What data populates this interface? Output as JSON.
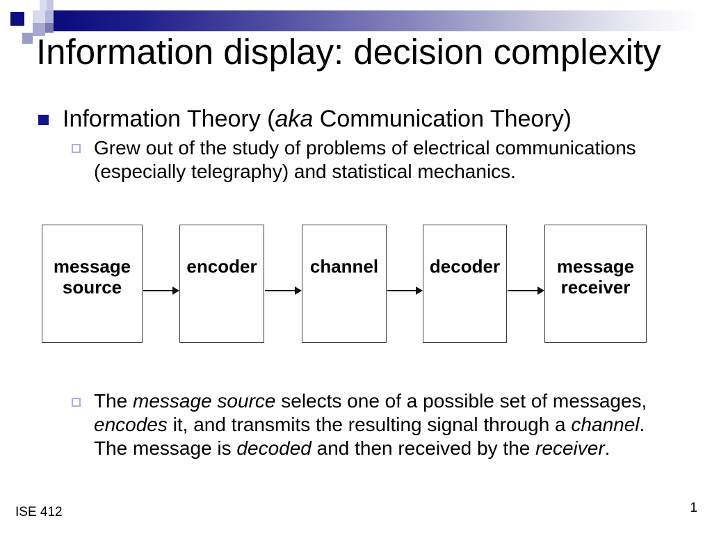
{
  "colors": {
    "accent_navy": "#0d0d84",
    "lavender_light": "#dadaee",
    "lavender_mid": "#a8a8d2",
    "box_border": "#3d3d3d"
  },
  "title": "Information display: decision complexity",
  "bullet1": {
    "segments": [
      {
        "text": "Information Theory (",
        "style": "normal"
      },
      {
        "text": "aka",
        "style": "italic"
      },
      {
        "text": " Communication Theory)",
        "style": "normal"
      }
    ]
  },
  "bullet1a": {
    "text": "Grew out of the study of problems of electrical communications (especially telegraphy) and statistical mechanics."
  },
  "diagram": {
    "boxes": [
      {
        "label": "message source"
      },
      {
        "label": "encoder"
      },
      {
        "label": "channel"
      },
      {
        "label": "decoder"
      },
      {
        "label": "message receiver"
      }
    ]
  },
  "bullet1b": {
    "segments": [
      {
        "text": "The ",
        "style": "normal"
      },
      {
        "text": "message source",
        "style": "italic"
      },
      {
        "text": " selects one of a possible set of messages, ",
        "style": "normal"
      },
      {
        "text": "encodes",
        "style": "italic"
      },
      {
        "text": " it, and transmits the resulting signal through a ",
        "style": "normal"
      },
      {
        "text": "channel",
        "style": "italic"
      },
      {
        "text": ". The message is ",
        "style": "normal"
      },
      {
        "text": "decoded",
        "style": "italic"
      },
      {
        "text": " and then received by the ",
        "style": "normal"
      },
      {
        "text": "receiver",
        "style": "italic"
      },
      {
        "text": ".",
        "style": "normal"
      }
    ]
  },
  "footer": {
    "course": "ISE 412",
    "page": "1"
  }
}
